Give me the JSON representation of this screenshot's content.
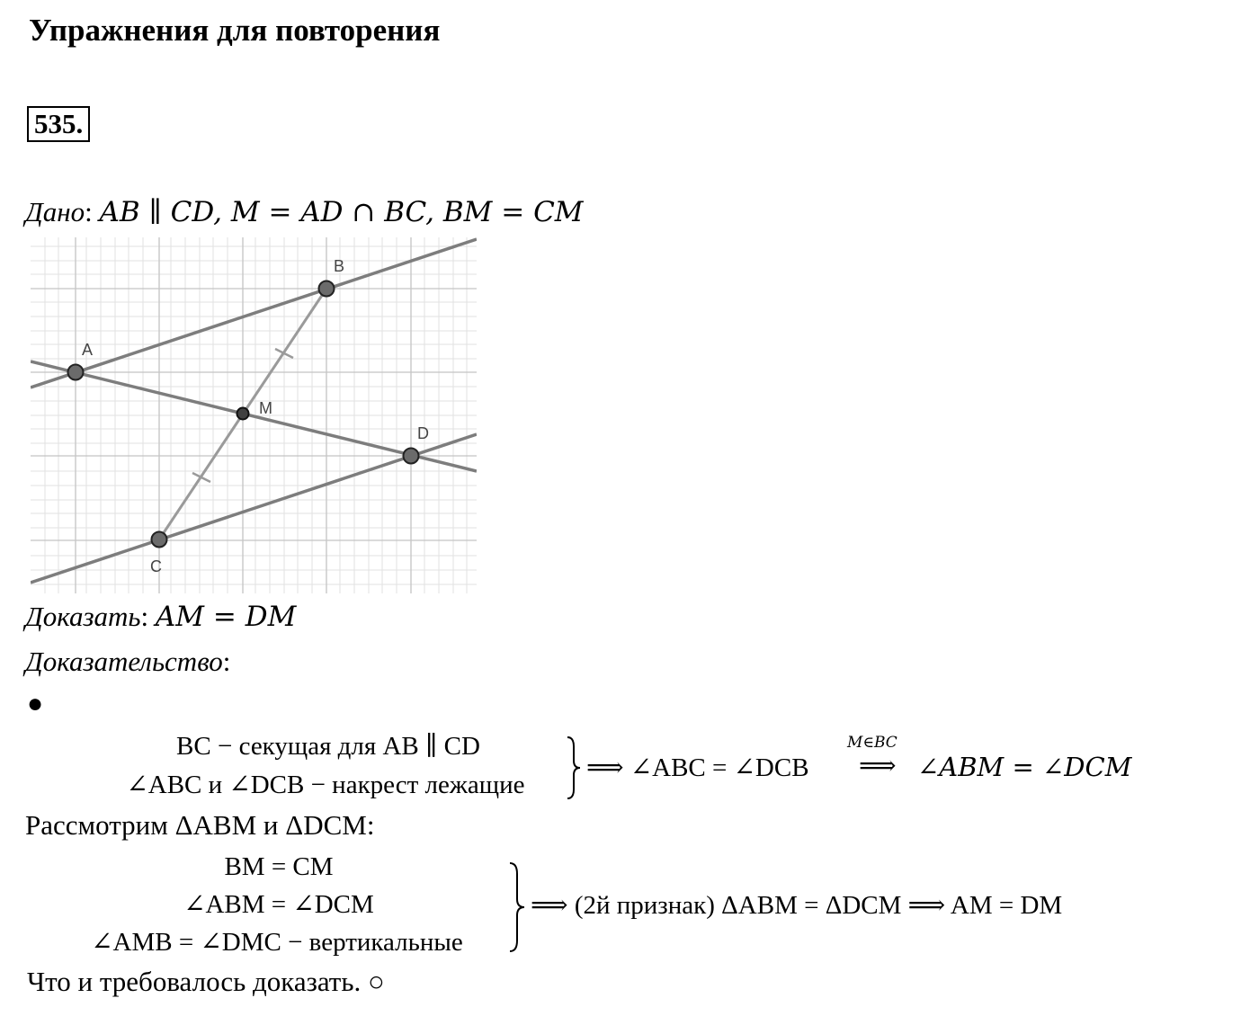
{
  "section_title": "Упражнения для повторения",
  "problem_number": "535.",
  "given": {
    "label": "Дано",
    "statement": "AB ∥ CD, M = AD ∩ BC, BM = CM"
  },
  "figure": {
    "points": {
      "A": "A",
      "B": "B",
      "C": "C",
      "D": "D",
      "M": "M"
    }
  },
  "prove": {
    "label": "Доказать",
    "statement": "AM = DM"
  },
  "proof_label": "Доказательство",
  "bullet": "●",
  "step1": {
    "line1": "BC − секущая для AB ∥ CD",
    "line2": "∠ABC и ∠DCB − накрест лежащие",
    "result1": "⟹ ∠ABC = ∠DCB",
    "over_arrow": "M∈BC",
    "arrow": "⟹",
    "result2": "∠ABM = ∠DCM"
  },
  "consider": "Рассмотрим ΔABM и ΔDCM:",
  "step2": {
    "line1": "BM = CM",
    "line2": "∠ABM = ∠DCM",
    "line3": "∠AMB = ∠DMC − вертикальные",
    "result": "⟹ (2й признак) ΔABM = ΔDCM ⟹ AM = DM"
  },
  "conclusion": "Что и требовалось доказать. ○"
}
